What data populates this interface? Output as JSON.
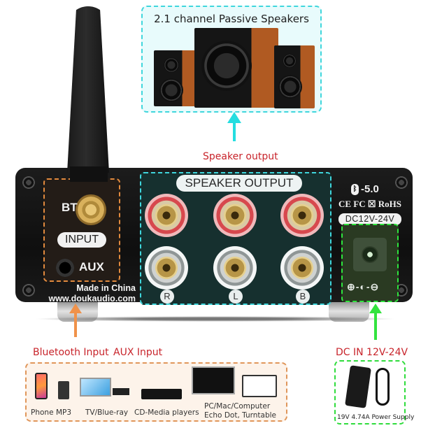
{
  "speakers": {
    "title": "2.1 channel Passive  Speakers",
    "caption": "Speaker output",
    "accent": "#3fd6dc"
  },
  "amplifier": {
    "input_panel": {
      "bt_label": "BT",
      "input_label": "INPUT",
      "aux_label": "AUX",
      "made_in": "Made in China",
      "website": "www.doukaudio.com",
      "accent": "#e28a3e"
    },
    "output_panel": {
      "title": "SPEAKER OUTPUT",
      "channels": [
        "R",
        "L",
        "B"
      ]
    },
    "power_panel": {
      "bluetooth_version": "-5.0",
      "certifications": "CE FC ☒ RoHS",
      "voltage": "DC12V-24V",
      "polarity": "⊕-◐-⊖",
      "accent": "#2ee63d"
    }
  },
  "labels": {
    "bluetooth_input": "Bluetooth Input",
    "aux_input": "AUX Input",
    "dc_in": "DC IN 12V-24V",
    "label_color": "#c8242b"
  },
  "devices": [
    {
      "name": "Phone"
    },
    {
      "name": "MP3"
    },
    {
      "name": "TV/Blue-ray"
    },
    {
      "name": "CD-Media players"
    },
    {
      "name": "PC/Mac/Computer"
    },
    {
      "name": "Echo Dot, Turntable"
    }
  ],
  "power_supply": {
    "label": "19V 4.74A Power Supply"
  }
}
